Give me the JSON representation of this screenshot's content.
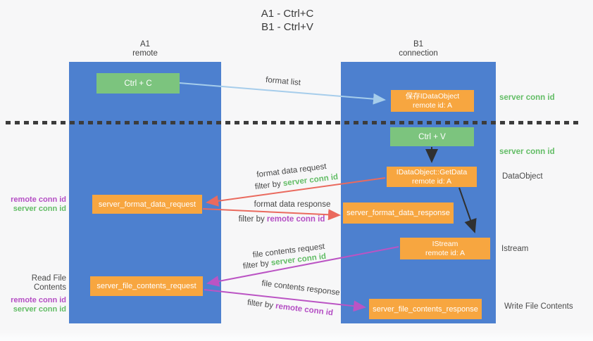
{
  "title": {
    "line1": "A1 - Ctrl+C",
    "line2": "B1 - Ctrl+V"
  },
  "columns": {
    "left": {
      "name": "A1",
      "subtitle": "remote"
    },
    "right": {
      "name": "B1",
      "subtitle": "connection"
    }
  },
  "nodes": {
    "ctrl_c": "Ctrl + C",
    "ctrl_v": "Ctrl + V",
    "save_idataobject": {
      "line1": "保存IDataObject",
      "line2": "remote id: A"
    },
    "getdata": {
      "line1": "IDataObject::GetData",
      "line2": "remote id: A"
    },
    "istream": {
      "line1": "IStream",
      "line2": "remote id: A"
    },
    "format_request": "server_format_data_request",
    "format_response": "server_format_data_response",
    "file_request": "server_file_contents_request",
    "file_response": "server_file_contents_response"
  },
  "labels": {
    "format_list": "format list",
    "format_data_request": "format data request",
    "format_data_response": "format data response",
    "file_contents_request": "file contents request",
    "file_contents_response": "file contents response",
    "filter_by": "filter by ",
    "server_conn_id": "server conn id",
    "remote_conn_id": "remote conn id",
    "read_file_contents": "Read File Contents",
    "write_file_contents": "Write File Contents",
    "dataobject": "DataObject",
    "istream_side": "Istream"
  },
  "colors": {
    "background": "#f7f7f8",
    "lifeline_blue": "#4d80cf",
    "node_green": "#7cc47e",
    "node_orange": "#f7a640",
    "arrow_light_blue": "#a6cdeb",
    "arrow_red": "#ea6a5e",
    "arrow_magenta": "#bb54c4",
    "arrow_black": "#303030",
    "text_green": "#63bd66",
    "text_purple": "#b44ec4",
    "separator": "#3c3c3c"
  }
}
